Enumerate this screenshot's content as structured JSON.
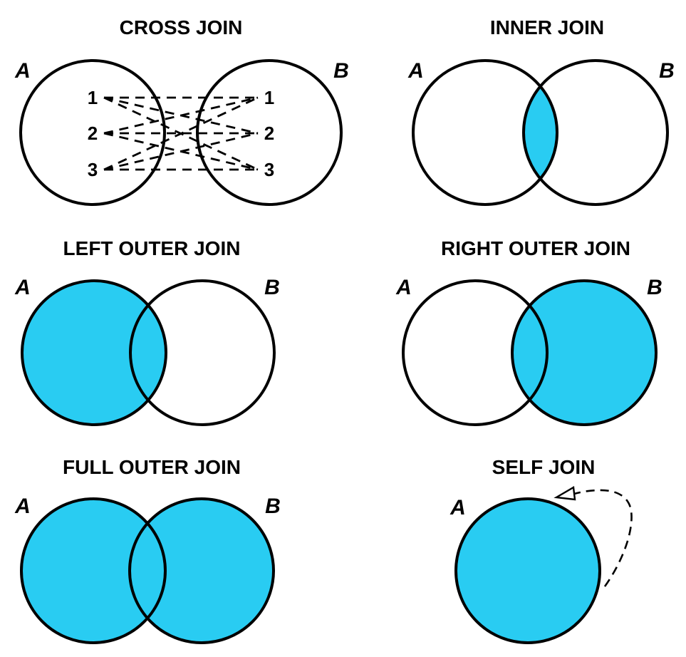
{
  "colors": {
    "accent_cyan": "#29CCF2",
    "stroke_black": "#000000",
    "arrowhead_fill": "#ffffff",
    "background": "#ffffff"
  },
  "panels": {
    "cross_join": {
      "title": "CROSS JOIN",
      "label_a": "A",
      "label_b": "B",
      "left_rows": [
        "1",
        "2",
        "3"
      ],
      "right_rows": [
        "1",
        "2",
        "3"
      ],
      "shaded_region": "none"
    },
    "inner_join": {
      "title": "INNER JOIN",
      "label_a": "A",
      "label_b": "B",
      "shaded_region": "intersection"
    },
    "left_outer_join": {
      "title": "LEFT OUTER JOIN",
      "label_a": "A",
      "label_b": "B",
      "shaded_region": "left-circle"
    },
    "right_outer_join": {
      "title": "RIGHT OUTER JOIN",
      "label_a": "A",
      "label_b": "B",
      "shaded_region": "right-circle"
    },
    "full_outer_join": {
      "title": "FULL OUTER JOIN",
      "label_a": "A",
      "label_b": "B",
      "shaded_region": "both-circles"
    },
    "self_join": {
      "title": "SELF JOIN",
      "label_a": "A",
      "shaded_region": "single-circle"
    }
  }
}
